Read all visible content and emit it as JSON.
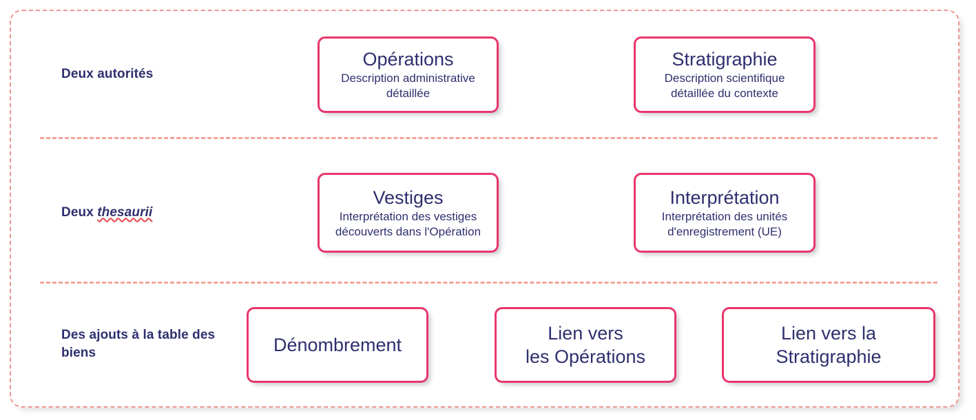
{
  "colors": {
    "frame_border": "#f0968f",
    "divider": "#f2a29a",
    "card_border": "#e8366b",
    "text_navy": "#2e2f6e",
    "spellcheck_underline": "#e8484f",
    "background": "#ffffff"
  },
  "rows": [
    {
      "label_prefix": "Deux autorités",
      "label_emphasis": "",
      "cards": [
        {
          "title": "Opérations",
          "subtitle": "Description administrative détaillée"
        },
        {
          "title": "Stratigraphie",
          "subtitle": "Description scientifique détaillée du contexte"
        }
      ]
    },
    {
      "label_prefix": "Deux ",
      "label_emphasis": "thesaurii",
      "cards": [
        {
          "title": "Vestiges",
          "subtitle": "Interprétation des vestiges découverts dans l'Opération"
        },
        {
          "title": "Interprétation",
          "subtitle": "Interprétation des unités d'enregistrement (UE)"
        }
      ]
    },
    {
      "label_prefix": "Des ajouts à la table des biens",
      "label_emphasis": "",
      "cards": [
        {
          "title": "Dénombrement",
          "subtitle": ""
        },
        {
          "title": "Lien vers\nles Opérations",
          "subtitle": ""
        },
        {
          "title": "Lien vers la\nStratigraphie",
          "subtitle": ""
        }
      ]
    }
  ]
}
